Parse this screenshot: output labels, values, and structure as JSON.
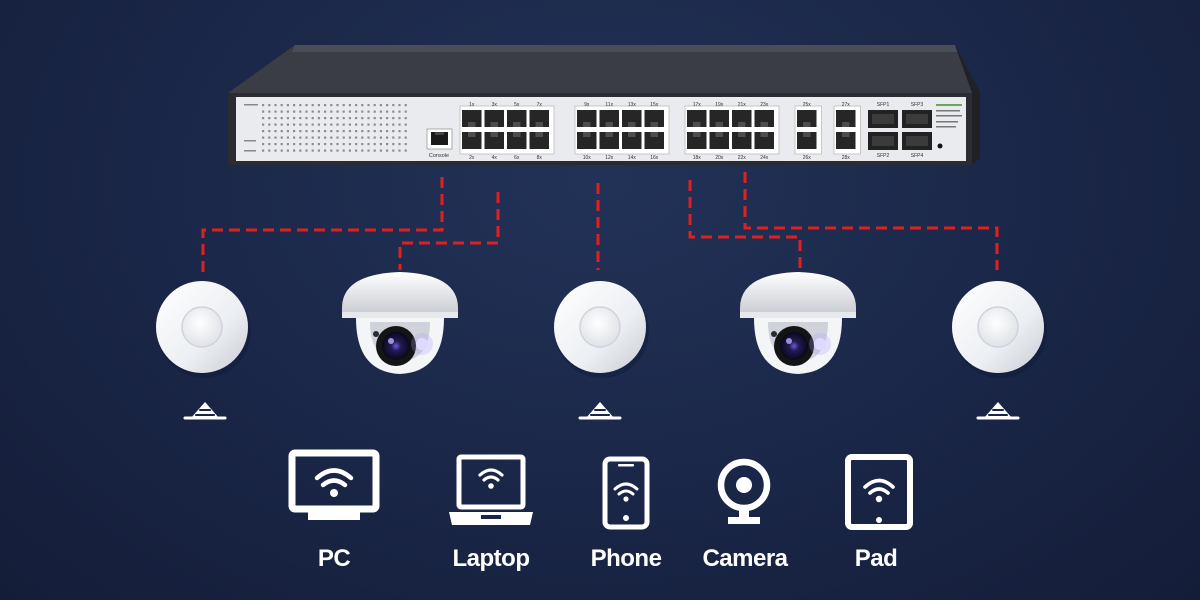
{
  "switch": {
    "console_label": "Console",
    "sfp_labels": [
      "SFP1",
      "SFP3",
      "SFP2",
      "SFP4"
    ],
    "top_port_numbers": [
      "1x",
      "3x",
      "5x",
      "7x",
      "9x",
      "11x",
      "13x",
      "15x",
      "17x",
      "19x",
      "21x",
      "23x",
      "25x",
      "27x"
    ],
    "bottom_port_numbers": [
      "2x",
      "4x",
      "6x",
      "8x",
      "10x",
      "12x",
      "14x",
      "16x",
      "18x",
      "20x",
      "22x",
      "24x",
      "26x",
      "28x"
    ]
  },
  "devices": [
    {
      "label": "PC",
      "icon": "monitor-wifi-icon"
    },
    {
      "label": "Laptop",
      "icon": "laptop-wifi-icon"
    },
    {
      "label": "Phone",
      "icon": "phone-wifi-icon"
    },
    {
      "label": "Camera",
      "icon": "webcam-icon"
    },
    {
      "label": "Pad",
      "icon": "tablet-wifi-icon"
    }
  ],
  "colors": {
    "background": "#1a2647",
    "link_line": "#e02020",
    "icon": "#ffffff"
  }
}
